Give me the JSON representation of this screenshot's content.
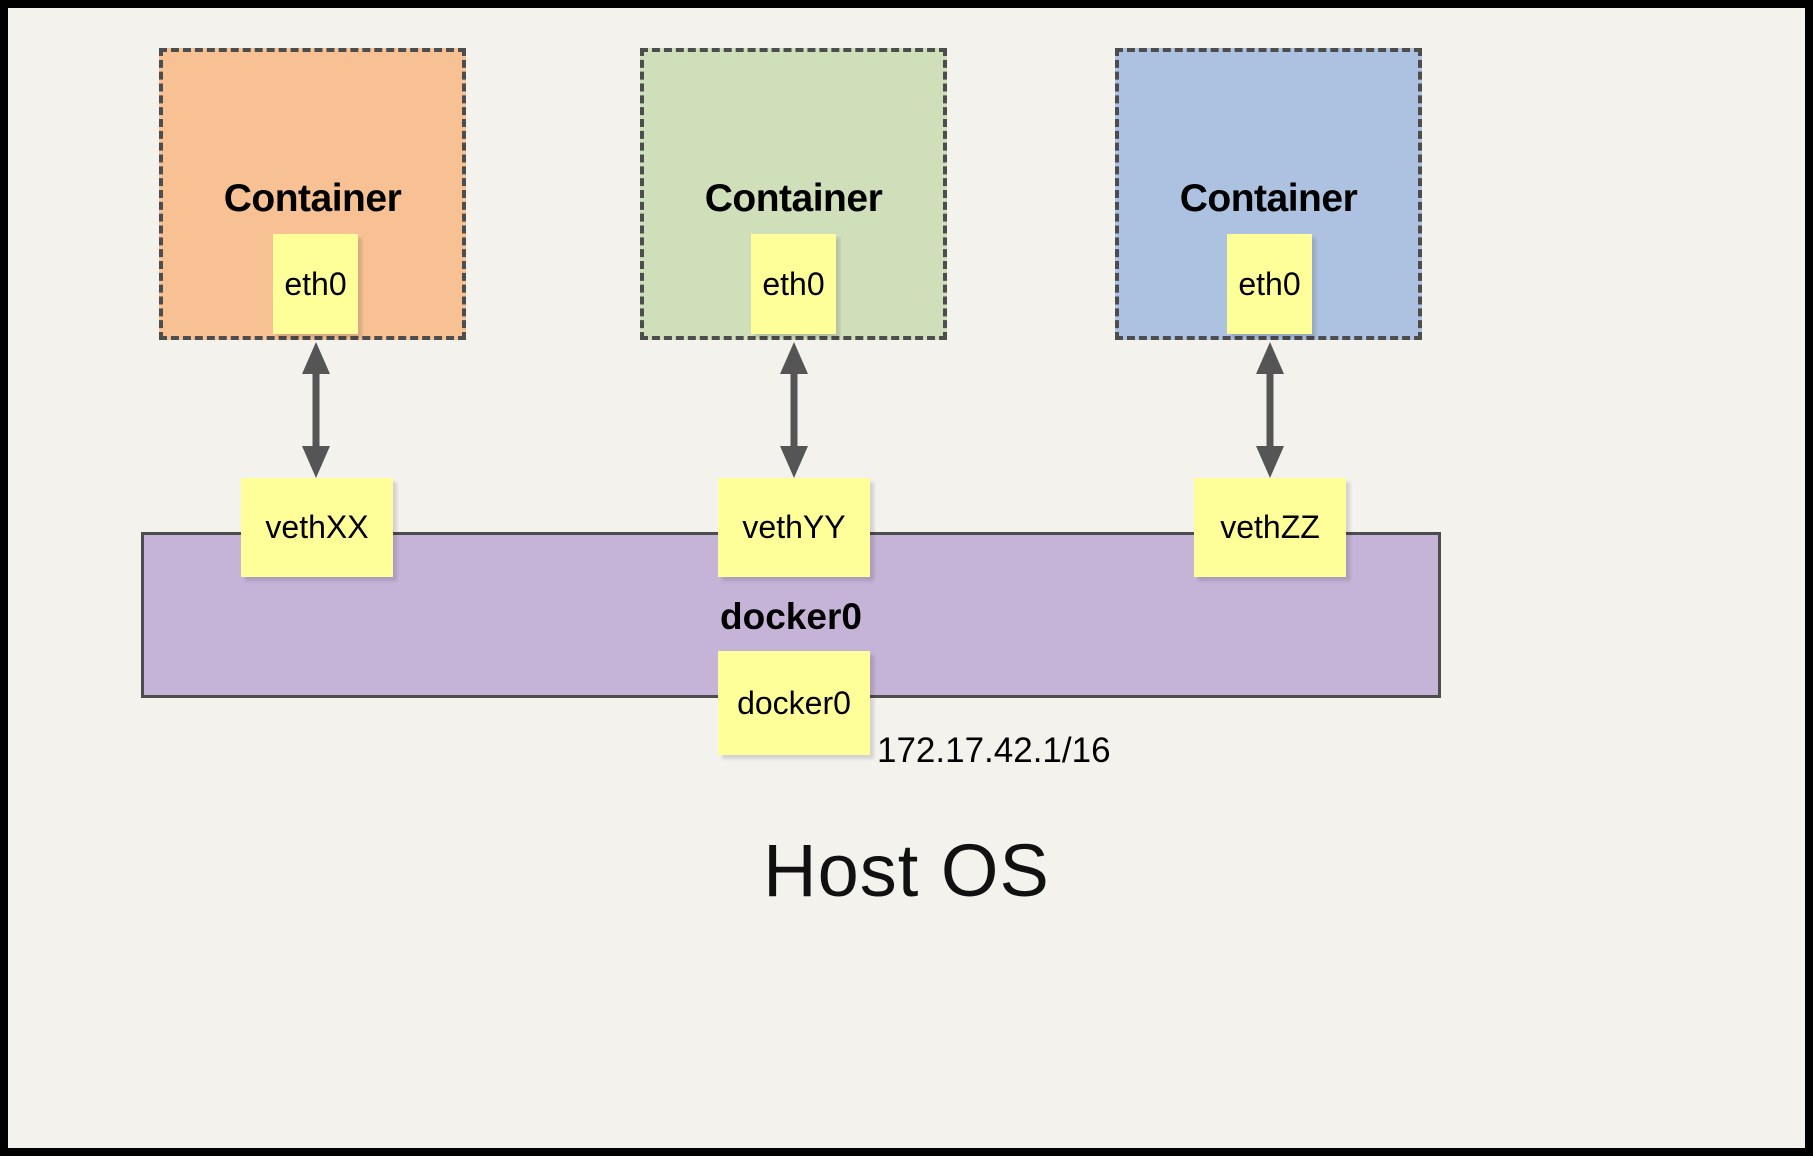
{
  "diagram": {
    "title_bottom": "Host OS",
    "background_color": "#f4f2ed",
    "frame_color": "#000000",
    "containers": [
      {
        "label": "Container",
        "fill_color": "#f7c194",
        "border_style": "dashed",
        "interface": {
          "label": "eth0",
          "fill_color": "#ffff99"
        },
        "peer": {
          "label": "vethXX",
          "fill_color": "#ffff99"
        },
        "link": "bidirectional"
      },
      {
        "label": "Container",
        "fill_color": "#cfdfba",
        "border_style": "dashed",
        "interface": {
          "label": "eth0",
          "fill_color": "#ffff99"
        },
        "peer": {
          "label": "vethYY",
          "fill_color": "#ffff99"
        },
        "link": "bidirectional"
      },
      {
        "label": "Container",
        "fill_color": "#adc1e0",
        "border_style": "dashed",
        "interface": {
          "label": "eth0",
          "fill_color": "#ffff99"
        },
        "peer": {
          "label": "vethZZ",
          "fill_color": "#ffff99"
        },
        "link": "bidirectional"
      }
    ],
    "bridge": {
      "name": "docker0",
      "fill_color": "#c6b3d8",
      "border_color": "#4d4d4d",
      "interface": {
        "label": "docker0",
        "fill_color": "#ffff99"
      },
      "ip_address": "172.17.42.1/16"
    }
  }
}
